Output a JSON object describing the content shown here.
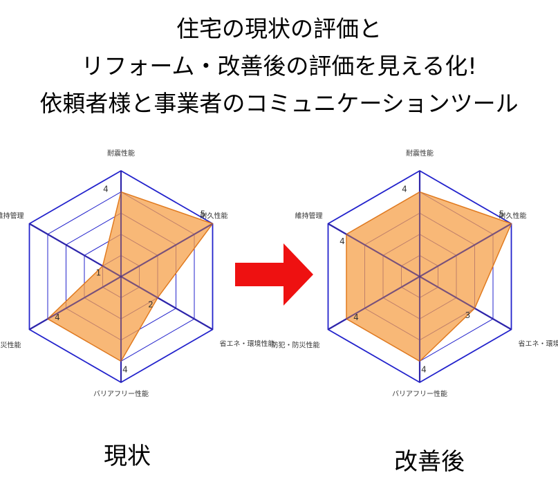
{
  "headline": {
    "line1": "住宅の現状の評価と",
    "line2": "リフォーム・改善後の評価を見える化!",
    "line3": "依頼者様と事業者のコミュニケーションツール"
  },
  "captions": {
    "before": "現状",
    "after": "改善後"
  },
  "colors": {
    "grid": "#2222cc",
    "fill": "#f5a04a",
    "stroke": "#e07a1f",
    "arrow": "#ee1111"
  },
  "chart_data": [
    {
      "type": "radar",
      "name": "現状",
      "axes": [
        "耐震性能",
        "耐久性能",
        "省エネ・環境性能",
        "バリアフリー性能",
        "防犯・防災性能",
        "維持管理"
      ],
      "values": [
        4,
        5,
        2,
        4,
        4,
        1
      ],
      "max": 5,
      "rings": 5,
      "data_labels": [
        "4",
        "5",
        "2",
        "4",
        "4",
        "1"
      ]
    },
    {
      "type": "radar",
      "name": "改善後",
      "axes": [
        "耐震性能",
        "耐久性能",
        "省エネ・環境性能",
        "バリアフリー性能",
        "防犯・防災性能",
        "維持管理"
      ],
      "values": [
        4,
        5,
        3,
        4,
        4,
        4
      ],
      "max": 5,
      "rings": 5,
      "data_labels": [
        "4",
        "5",
        "3",
        "4",
        "4",
        "4"
      ]
    }
  ]
}
